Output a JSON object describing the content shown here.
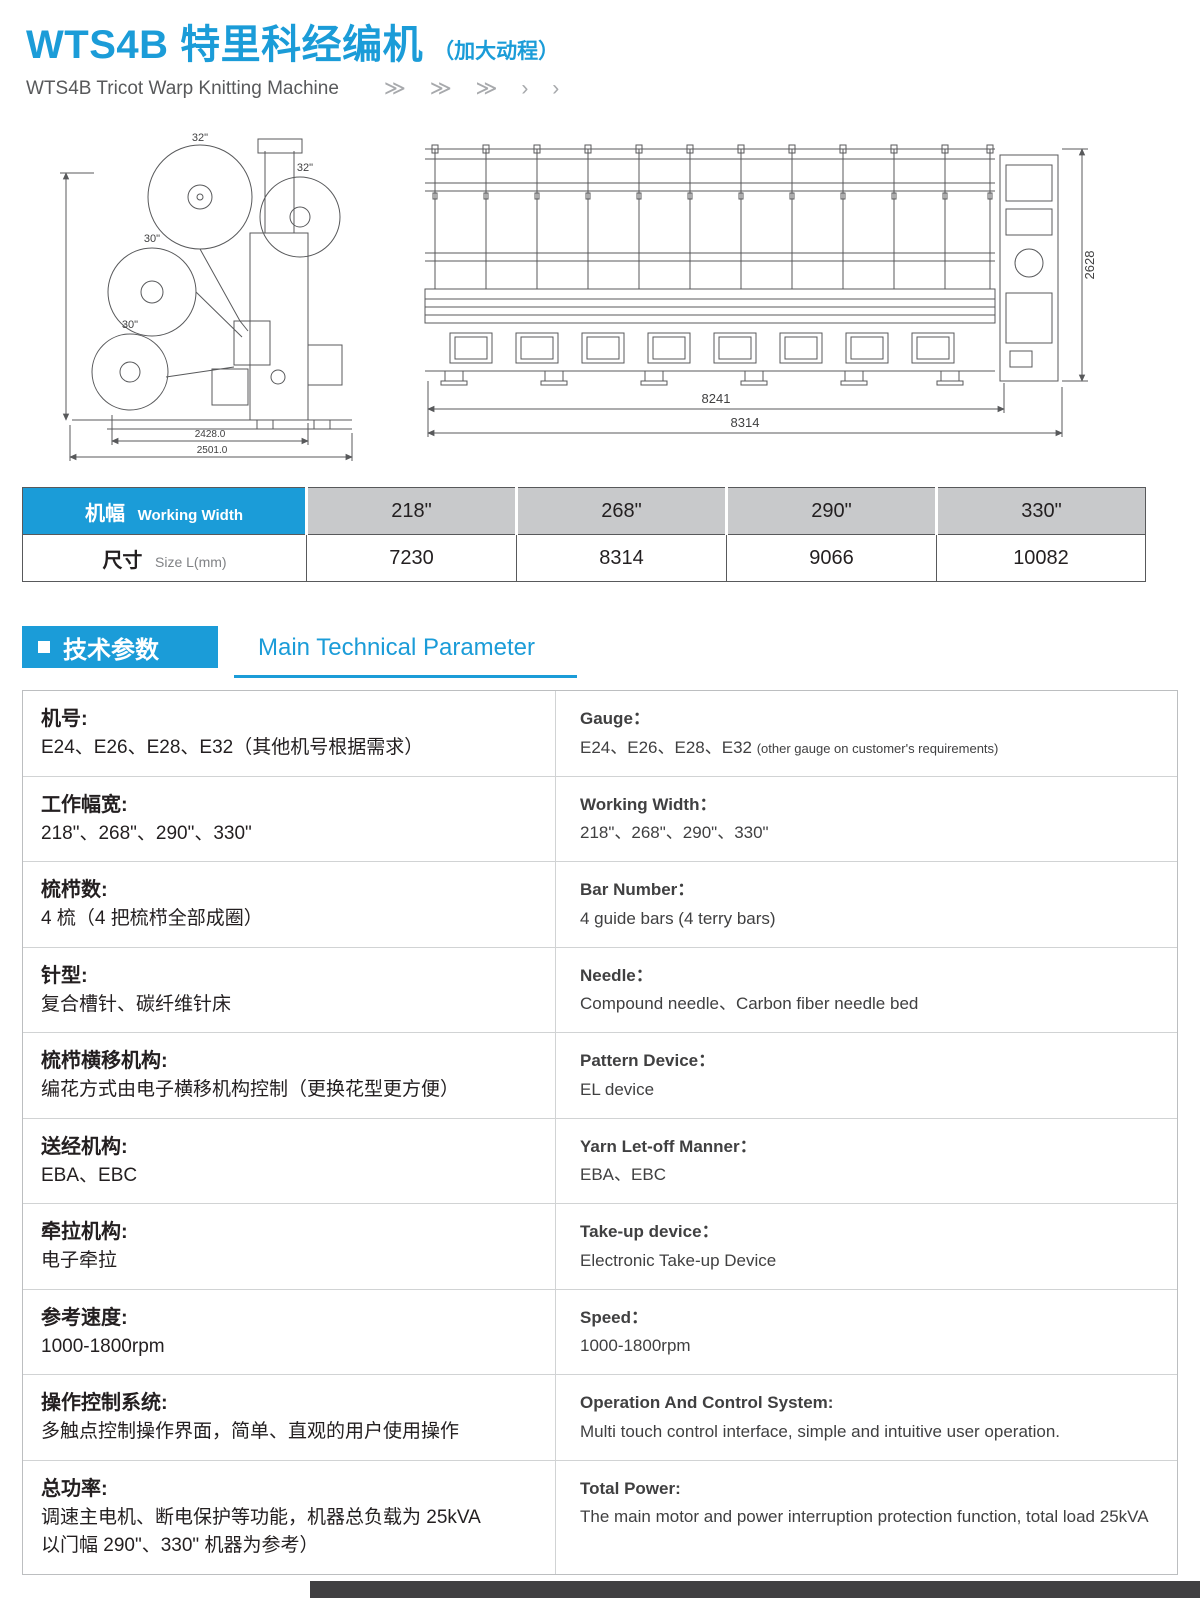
{
  "colors": {
    "accent_blue": "#1b9cd8",
    "table_gray": "#c8c9cb",
    "footer_bar": "#414042"
  },
  "header": {
    "title_cn": "WTS4B 特里科经编机",
    "title_suffix": "（加大动程）",
    "subtitle_en": "WTS4B Tricot Warp Knitting Machine",
    "decor_chevrons": "≫ ≫ ≫ › ›"
  },
  "drawings": {
    "side": {
      "beam_labels": [
        "32\"",
        "32\"",
        "30\"",
        "30\""
      ],
      "dim_inner": "2428.0",
      "dim_outer": "2501.0"
    },
    "front": {
      "height": "2628",
      "dim_inner": "8241",
      "dim_outer": "8314"
    }
  },
  "size_table": {
    "col1_row1_cn": "机幅",
    "col1_row1_en": "Working Width",
    "col1_row2_cn": "尺寸",
    "col1_row2_en": "Size L(mm)",
    "widths": [
      "218\"",
      "268\"",
      "290\"",
      "330\""
    ],
    "sizes": [
      "7230",
      "8314",
      "9066",
      "10082"
    ]
  },
  "section": {
    "badge_cn": "技术参数",
    "title_en": "Main Technical Parameter"
  },
  "parameters": [
    {
      "cn_label": "机号:",
      "cn_value": "E24、E26、E28、E32（其他机号根据需求）",
      "en_label": "Gauge：",
      "en_value": "E24、E26、E28、E32 ",
      "en_value_small": "(other gauge on customer's requirements)"
    },
    {
      "cn_label": "工作幅宽:",
      "cn_value": "218\"、268\"、290\"、330\"",
      "en_label": "Working Width：",
      "en_value": "218\"、268\"、290\"、330\""
    },
    {
      "cn_label": "梳栉数:",
      "cn_value": "4 梳（4 把梳栉全部成圈）",
      "en_label": "Bar Number：",
      "en_value": "4 guide bars (4 terry bars)"
    },
    {
      "cn_label": "针型:",
      "cn_value": "复合槽针、碳纤维针床",
      "en_label": "Needle：",
      "en_value": "Compound needle、Carbon fiber needle bed"
    },
    {
      "cn_label": "梳栉横移机构:",
      "cn_value": "编花方式由电子横移机构控制（更换花型更方便）",
      "en_label": "Pattern Device：",
      "en_value": "EL device"
    },
    {
      "cn_label": "送经机构:",
      "cn_value": "EBA、EBC",
      "en_label": "Yarn Let-off Manner：",
      "en_value": "EBA、EBC"
    },
    {
      "cn_label": "牵拉机构:",
      "cn_value": "电子牵拉",
      "en_label": "Take-up device：",
      "en_value": "Electronic Take-up Device"
    },
    {
      "cn_label": "参考速度:",
      "cn_value": "1000-1800rpm",
      "en_label": "Speed：",
      "en_value": "1000-1800rpm"
    },
    {
      "cn_label": "操作控制系统:",
      "cn_value": "多触点控制操作界面，简单、直观的用户使用操作",
      "en_label": "Operation And Control System:",
      "en_value": "Multi touch control interface, simple and intuitive user operation."
    },
    {
      "cn_label": "总功率:",
      "cn_value": "调速主电机、断电保护等功能，机器总负载为 25kVA",
      "cn_value2": "以门幅 290\"、330\" 机器为参考）",
      "en_label": "Total Power:",
      "en_value": "The main motor and power interruption protection function,  total load 25kVA"
    }
  ]
}
